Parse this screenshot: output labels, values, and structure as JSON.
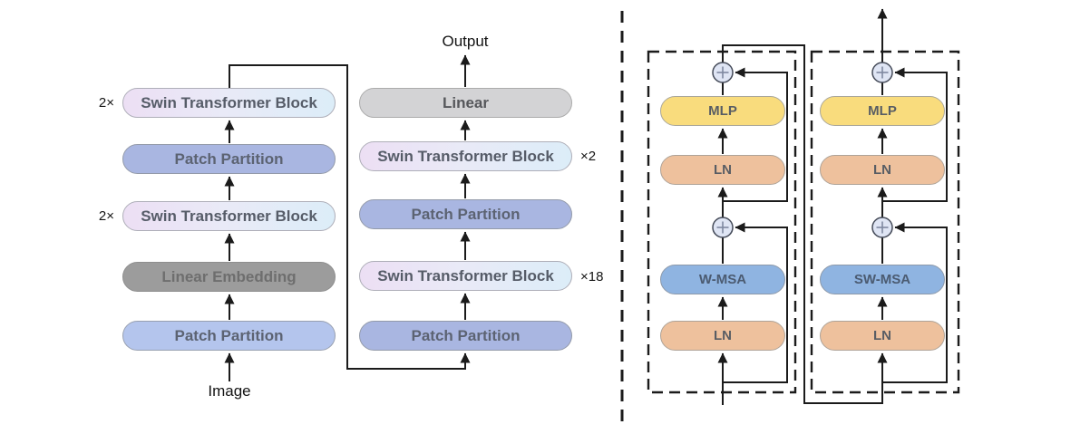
{
  "flow": {
    "input_label": "Image",
    "output_label": "Output",
    "col1": [
      {
        "label": "Swin Transformer Block",
        "mult": "2×"
      },
      {
        "label": "Patch Partition"
      },
      {
        "label": "Swin Transformer Block",
        "mult": "2×"
      },
      {
        "label": "Linear Embedding"
      },
      {
        "label": "Patch Partition"
      }
    ],
    "col2": [
      {
        "label": "Linear"
      },
      {
        "label": "Swin Transformer Block",
        "mult": "×2"
      },
      {
        "label": "Patch Partition"
      },
      {
        "label": "Swin Transformer Block",
        "mult": "×18"
      },
      {
        "label": "Patch Partition"
      }
    ]
  },
  "detail": {
    "block1": {
      "mlp": "MLP",
      "ln_top": "LN",
      "attn": "W-MSA",
      "ln_bottom": "LN"
    },
    "block2": {
      "mlp": "MLP",
      "ln_top": "LN",
      "attn": "SW-MSA",
      "ln_bottom": "LN"
    }
  },
  "colors": {
    "swin_gradient_left": "#ecdff4",
    "swin_gradient_right": "#dcedf8",
    "patch_partition": "#a9b6e1",
    "patch_partition_light": "#b4c5ed",
    "linear_embedding": "#9c9c9c",
    "linear": "#d3d3d5",
    "mlp": "#f9dc7d",
    "ln": "#eec19d",
    "msa": "#8fb4e1",
    "residual_add_fill": "#dfe5f4",
    "line": "#1b1b1b"
  }
}
